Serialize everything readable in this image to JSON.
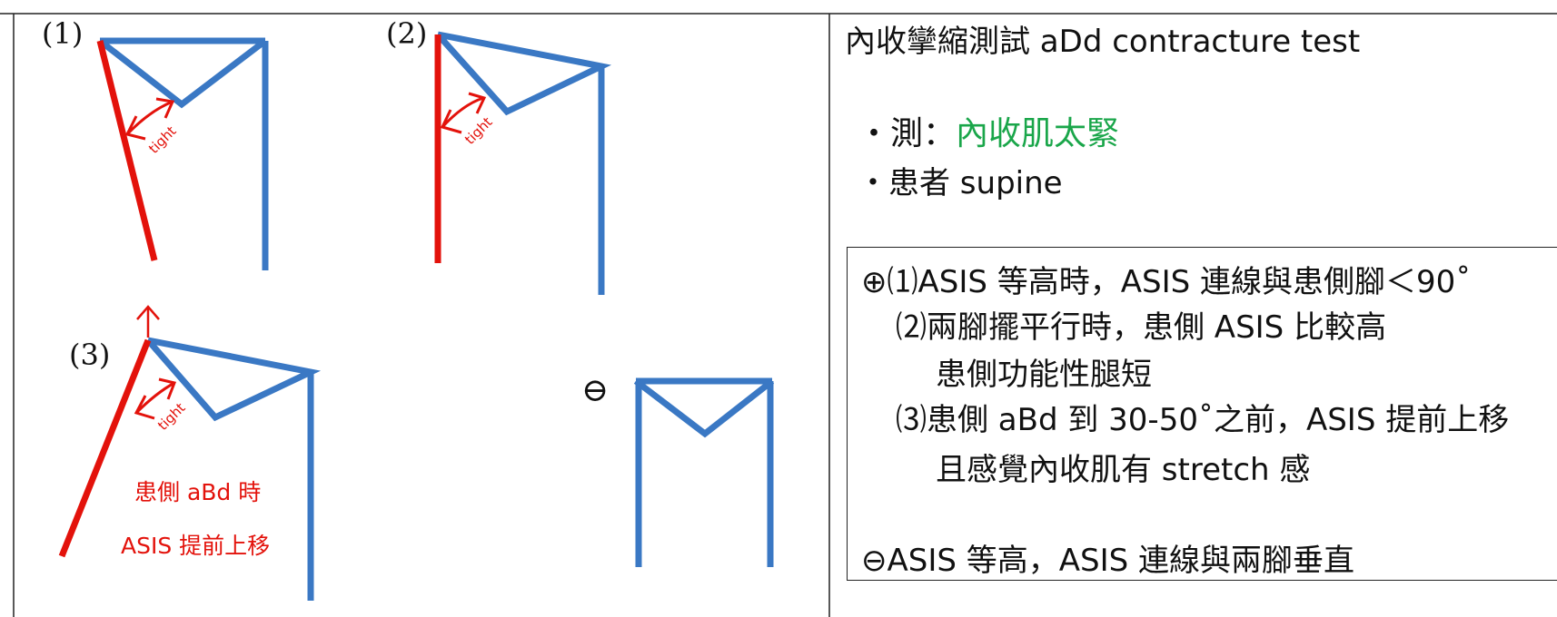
{
  "diagrams": {
    "label_1": "(1)",
    "label_2": "(2)",
    "label_3": "(3)",
    "label_minus": "⊖",
    "tight_label": "tight",
    "caption_line1": "患側 aBd 時",
    "caption_line2": "ASIS 提前上移"
  },
  "text_panel": {
    "title": "內收攣縮測試 aDd contracture test",
    "bullet1_prefix": "・測：",
    "bullet1_highlight": "內收肌太緊",
    "bullet2": "・患者 supine",
    "box": {
      "line1": "⊕⑴ASIS 等高時，ASIS 連線與患側腳＜90˚",
      "line2": "⑵兩腳擺平行時，患側 ASIS 比較高",
      "line3": "患側功能性腿短",
      "line4": "⑶患側 aBd 到 30-50˚之前，ASIS 提前上移",
      "line5": "且感覺內收肌有 stretch 感",
      "line6": "⊖ASIS 等高，ASIS 連線與兩腳垂直"
    }
  },
  "colors": {
    "blue": "#3a78c4",
    "red": "#e3120b",
    "green": "#1aa64a",
    "border": "#222222"
  }
}
